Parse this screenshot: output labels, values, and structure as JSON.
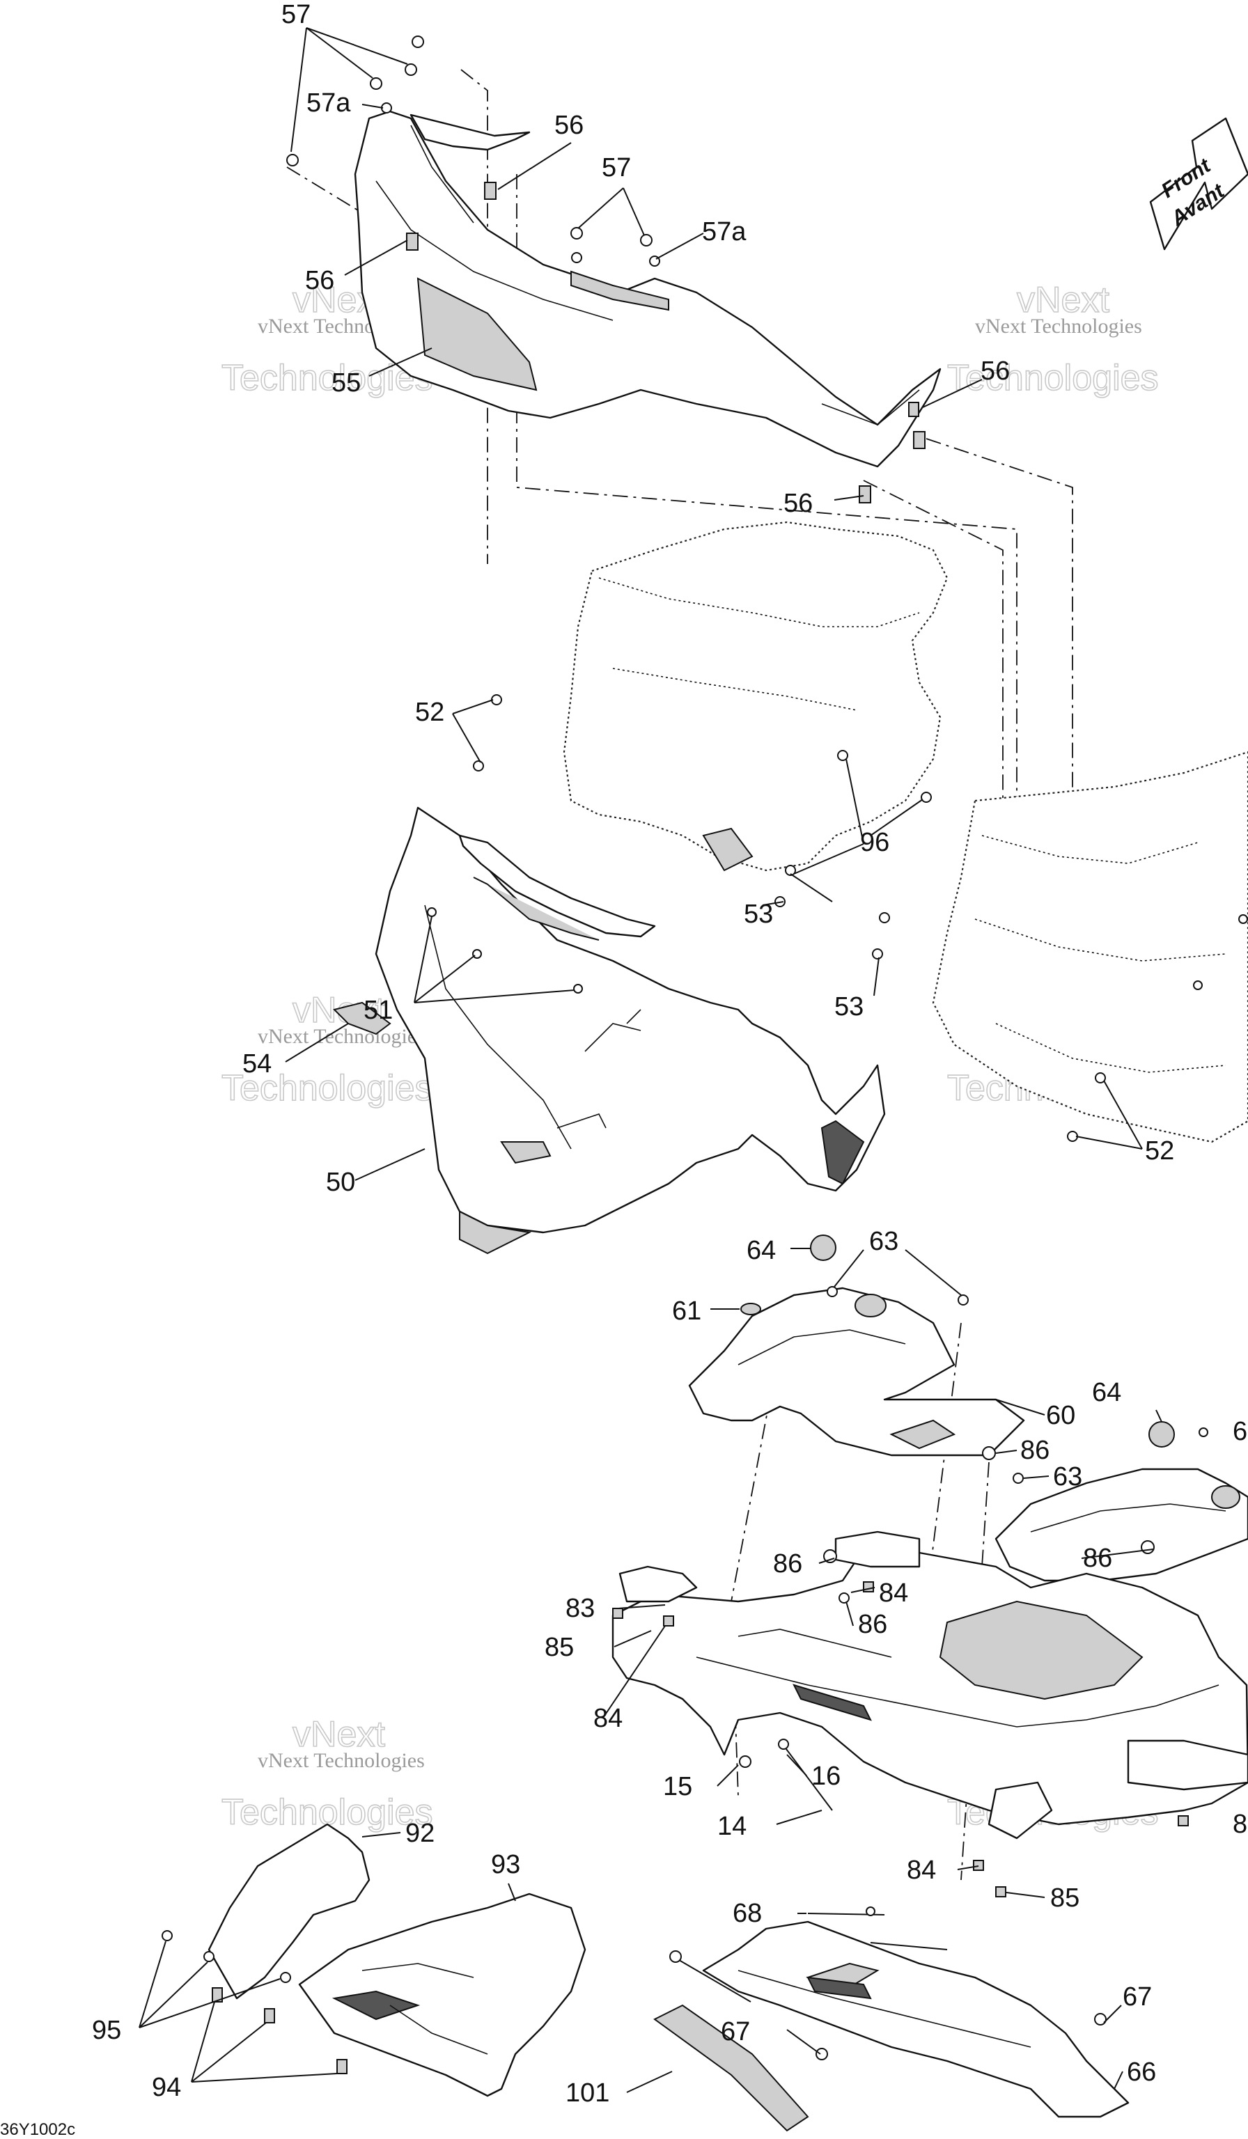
{
  "diagram": {
    "drawing_code": "36Y1002c",
    "front_arrow": {
      "line1": "Front",
      "line2": "Avant"
    },
    "watermark": {
      "line1": "vNext Technologies",
      "line2": "Technologies",
      "line3": "vNext"
    },
    "callouts": {
      "c57": "57",
      "c57a": "57a",
      "c56": "56",
      "c55": "55",
      "c52": "52",
      "c51": "51",
      "c50": "50",
      "c53": "53",
      "c54": "54",
      "c96": "96",
      "c64": "64",
      "c63": "63",
      "c61": "61",
      "c60": "60",
      "c86": "86",
      "c83": "83",
      "c85": "85",
      "c84": "84",
      "c16": "16",
      "c15": "15",
      "c14": "14",
      "c68": "68",
      "c67": "67",
      "c66": "66",
      "c101": "101",
      "c92": "92",
      "c93": "93",
      "c95": "95",
      "c94": "94",
      "c6_cut": "6",
      "c8_cut": "8"
    }
  }
}
